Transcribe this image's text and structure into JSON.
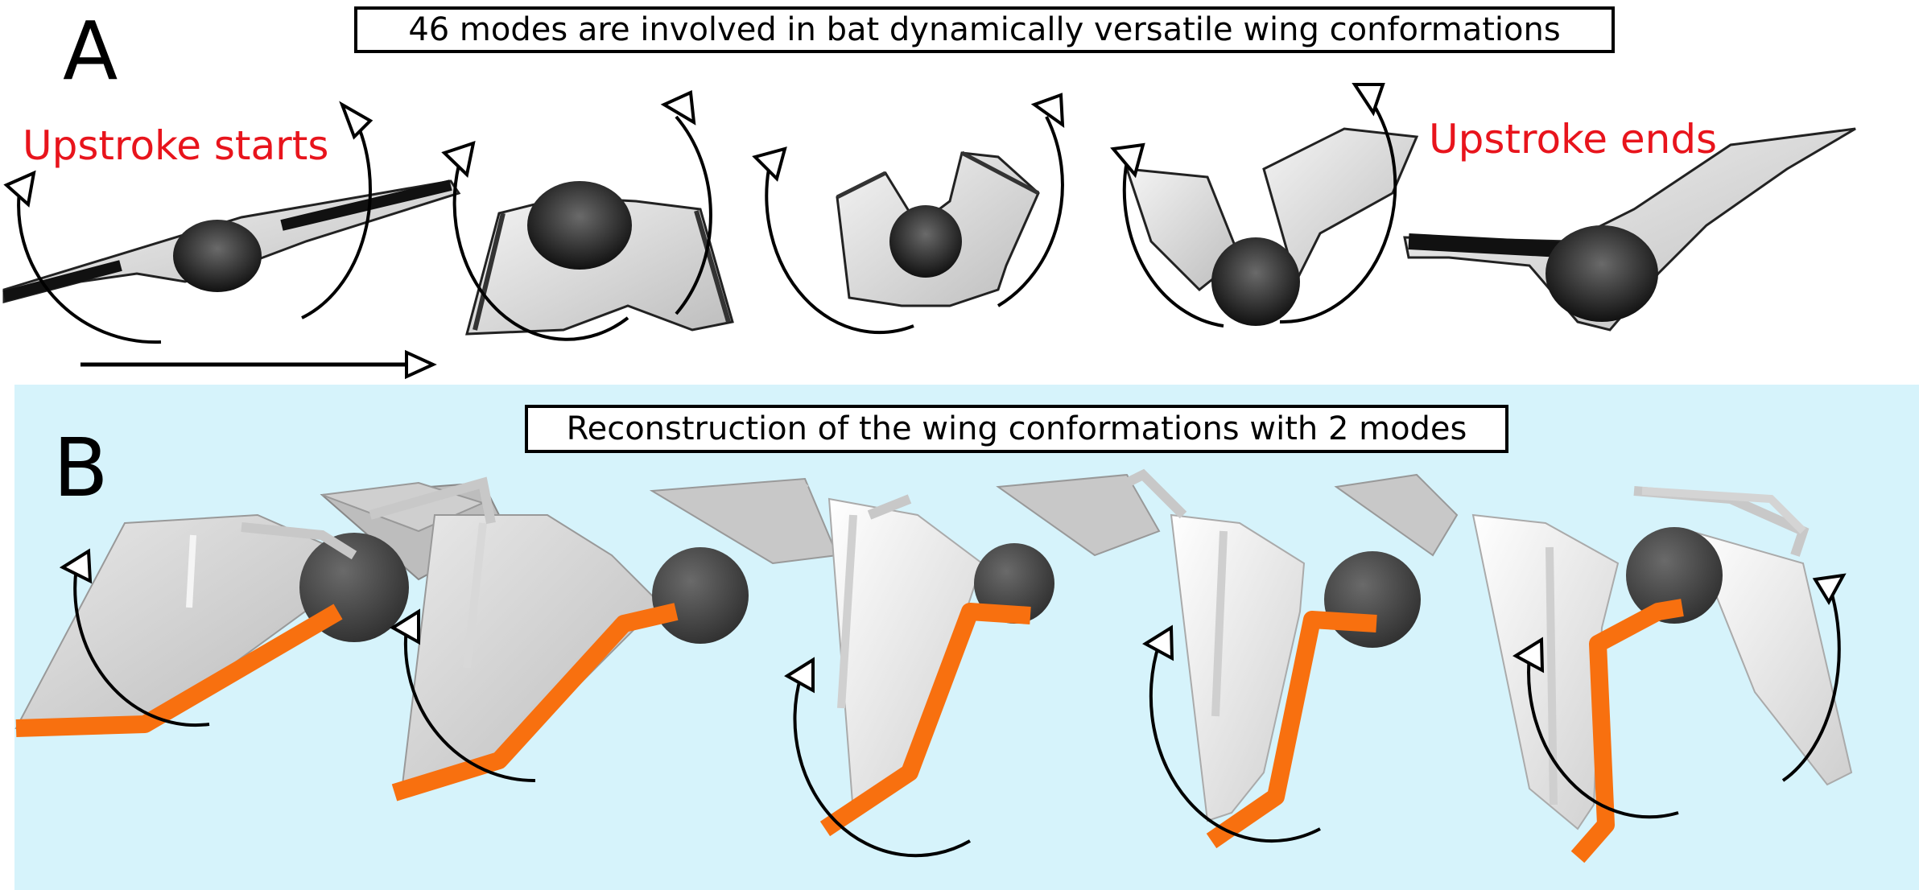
{
  "panel_a": {
    "letter": "A",
    "title": "46 modes are involved in bat dynamically versatile wing conformations",
    "label_start": "Upstroke starts",
    "label_end": "Upstroke ends"
  },
  "panel_b": {
    "letter": "B",
    "title": "Reconstruction of the wing conformations with 2 modes"
  },
  "colors": {
    "label_red": "#e8141c",
    "panel_b_background": "#d6f3fb",
    "wing_edge_orange": "#f8700f"
  }
}
